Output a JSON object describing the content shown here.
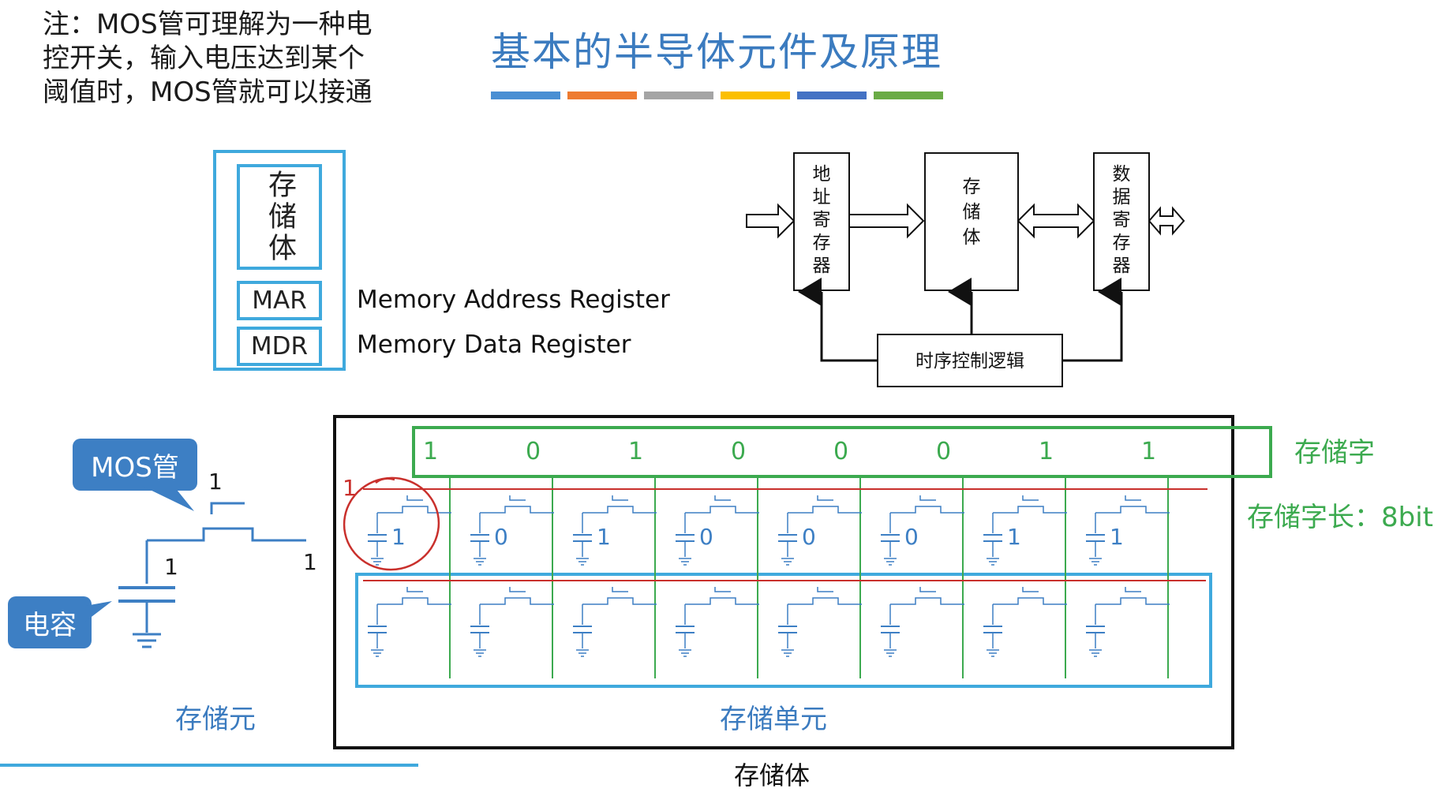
{
  "note": {
    "lines": [
      "注：MOS管可理解为一种电",
      "控开关，输入电压达到某个",
      "阈值时，MOS管就可以接通"
    ]
  },
  "title": "基本的半导体元件及原理",
  "title_bar_colors": [
    "#4a8fd3",
    "#ee7b31",
    "#a5a5a5",
    "#fbbf00",
    "#4472c4",
    "#6aab46"
  ],
  "memory_box": {
    "body_label": "存储体",
    "mar_label": "MAR",
    "mdr_label": "MDR",
    "mar_full": "Memory Address Register",
    "mdr_full": "Memory Data Register"
  },
  "block_diagram": {
    "address_register": "地址寄存器",
    "storage_body": "存储体",
    "data_register": "数据寄存器",
    "timing_control": "时序控制逻辑"
  },
  "cell_demo": {
    "mos_callout": "MOS管",
    "capacitor_callout": "电容",
    "gate_value": "1",
    "source_value": "1",
    "drain_value": "1",
    "caption": "存储元"
  },
  "storage_array": {
    "word_bits": [
      "1",
      "0",
      "1",
      "0",
      "0",
      "0",
      "1",
      "1"
    ],
    "row_select_value": "1",
    "word_label": "存储字",
    "word_length_label": "存储字长：8bit",
    "unit_label": "存储单元",
    "body_label": "存储体"
  }
}
